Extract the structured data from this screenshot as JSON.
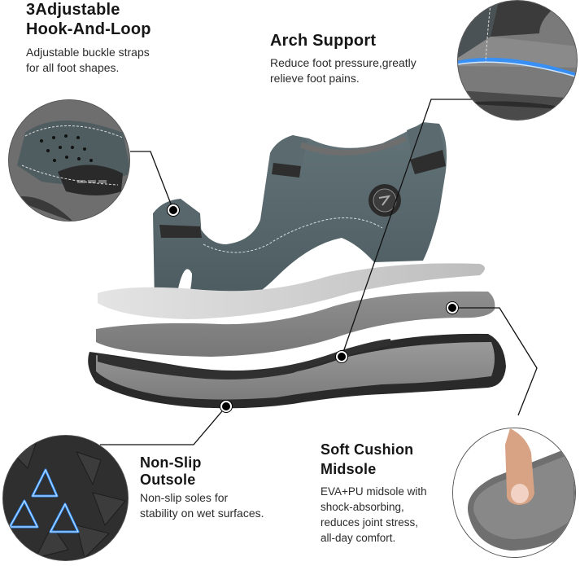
{
  "features": {
    "hook_loop": {
      "title_line1": "3Adjustable",
      "title_line2": "Hook-And-Loop",
      "desc_line1": "Adjustable buckle straps",
      "desc_line2": "for all foot shapes.",
      "icon": "strap-closeup-icon"
    },
    "arch_support": {
      "title": "Arch Support",
      "desc_line1": "Reduce foot pressure,greatly",
      "desc_line2": "relieve foot pains.",
      "icon": "arch-closeup-icon"
    },
    "outsole": {
      "title_line1": "Non-Slip",
      "title_line2": "Outsole",
      "desc_line1": "Non-slip soles for",
      "desc_line2": "stability on wet surfaces.",
      "icon": "tread-closeup-icon"
    },
    "midsole": {
      "title_line1": "Soft Cushion",
      "title_line2": "Midsole",
      "desc_line1": "EVA+PU midsole with",
      "desc_line2": "shock-absorbing,",
      "desc_line3": "reduces joint stress,",
      "desc_line4": "all-day comfort.",
      "icon": "cushion-press-closeup-icon"
    }
  },
  "colors": {
    "accent_blue": "#2f8fff",
    "upper_gray_green": "#55656a",
    "sole_gray": "#8a8a8a",
    "sole_dark": "#2a2a2a"
  }
}
